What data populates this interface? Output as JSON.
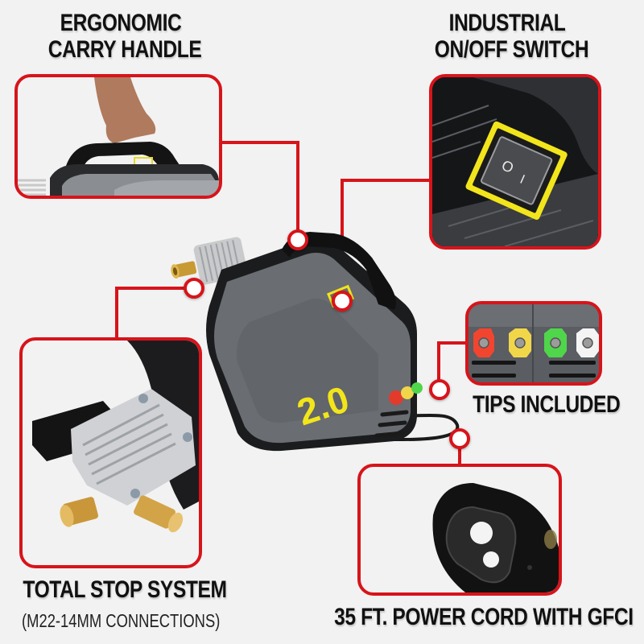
{
  "colors": {
    "background": "#f2f2f2",
    "accent_red": "#d7141a",
    "body_gray": "#6a6d72",
    "trim_black": "#1b1c1e",
    "highlight_yellow": "#f2e51b",
    "text": "#111111"
  },
  "product": {
    "model_badge": "2.0"
  },
  "callouts": [
    {
      "id": "carry-handle",
      "title_line1": "ERGONOMIC",
      "title_line2": "CARRY HANDLE"
    },
    {
      "id": "switch",
      "title_line1": "INDUSTRIAL",
      "title_line2": "ON/OFF SWITCH",
      "switch_symbols": [
        "O",
        "I"
      ]
    },
    {
      "id": "tips",
      "title": "TIPS INCLUDED",
      "tip_colors": [
        "#f2452f",
        "#f1d64a",
        "#4fd64b",
        "#f4f4f4"
      ]
    },
    {
      "id": "total-stop",
      "title": "TOTAL STOP SYSTEM",
      "subtitle": "(M22-14MM CONNECTIONS)"
    },
    {
      "id": "power-cord",
      "title": "35 FT. POWER CORD WITH GFCI"
    }
  ]
}
